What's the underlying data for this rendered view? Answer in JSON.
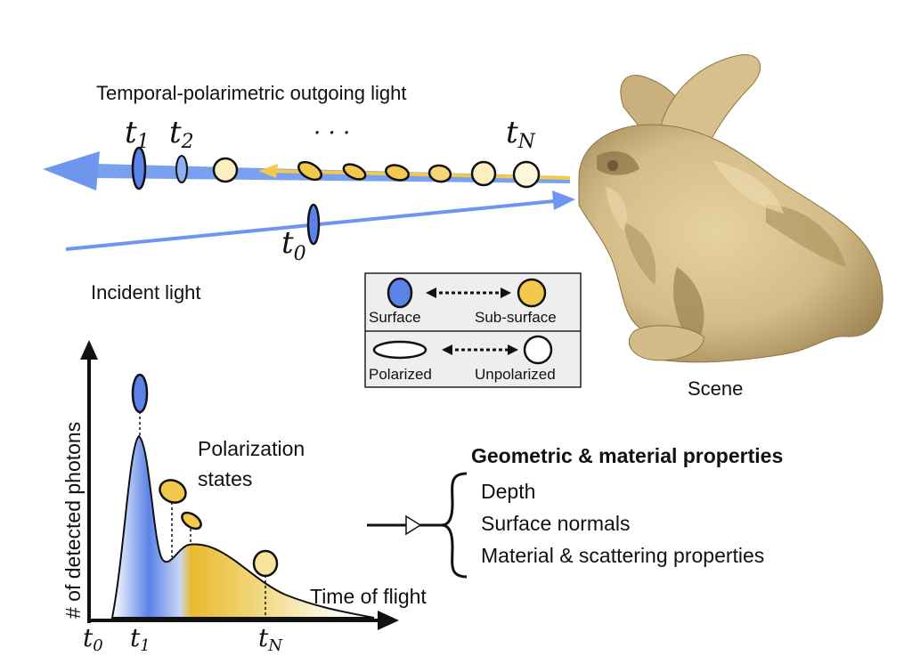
{
  "header": {
    "outgoing_label": "Temporal-polarimetric outgoing light"
  },
  "light": {
    "incident_label": "Incident light",
    "times": {
      "t0": "t",
      "t0_sub": "0",
      "t1": "t",
      "t1_sub": "1",
      "t2": "t",
      "t2_sub": "2",
      "tN": "t",
      "tN_sub": "N",
      "ellipsis": "· · ·"
    }
  },
  "legend": {
    "surface": "Surface",
    "subsurface": "Sub-surface",
    "polarized": "Polarized",
    "unpolarized": "Unpolarized"
  },
  "scene": {
    "label": "Scene"
  },
  "plot": {
    "y_axis_label": "# of detected photons",
    "x_axis_label": "Time of flight",
    "annotation": "Polarization\nstates",
    "ticks": {
      "t0": "t",
      "t0_sub": "0",
      "t1": "t",
      "t1_sub": "1",
      "tN": "t",
      "tN_sub": "N"
    }
  },
  "properties": {
    "title": "Geometric & material properties",
    "items": [
      "Depth",
      "Surface normals",
      "Material & scattering properties"
    ]
  },
  "colors": {
    "surface_blue": "#5b82e6",
    "subsurface_yellow": "#f2c94c",
    "unpolarized_fill": "#fbefc0",
    "ray_blue": "#6f96ef",
    "bunny_light": "#d9c291",
    "bunny_dark": "#a48a56"
  }
}
